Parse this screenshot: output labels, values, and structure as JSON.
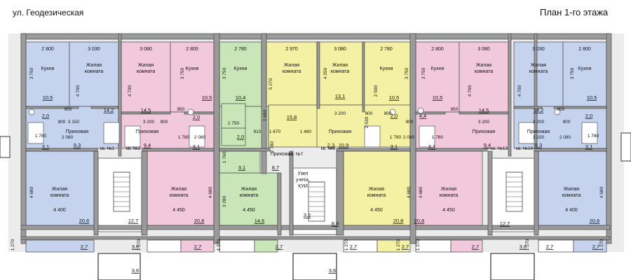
{
  "header": {
    "street": "ул. Геодезическая",
    "floor_title": "План 1-го этажа"
  },
  "colors": {
    "blue": "#c5d3ef",
    "pink": "#f2c8dc",
    "green": "#c8e6b8",
    "yellow": "#f4f1a4",
    "wall": "#3a3a3a",
    "wall_fill": "#9a9a9a",
    "outer": "#e8e8e8"
  },
  "labels": {
    "kitchen": "Кухня",
    "living1": "Жилая",
    "living2": "комната",
    "hall": "Прихожая",
    "node1": "Узел",
    "node2": "учета,",
    "node3": "КУИ"
  },
  "apartments": [
    "кв. №1",
    "кв. №2",
    "кв. №7",
    "кв. №8",
    "кв. №13",
    "кв. №14"
  ],
  "dimensions": {
    "top": [
      "2 800",
      "3 030",
      "3 080",
      "2 800",
      "2 780",
      "2 970",
      "3 080",
      "2 780",
      "2 800",
      "3 080",
      "3 030",
      "2 800"
    ],
    "vertical": [
      "3 750",
      "4 700",
      "4 700",
      "3 750",
      "3 750",
      "5 270",
      "4 250",
      "3 750",
      "3 750",
      "4 700",
      "4 700",
      "3 750",
      "4 680",
      "4 680",
      "3 280",
      "4 680",
      "4 680",
      "4 680",
      "1 650",
      "2 500",
      "2 530",
      "2 780",
      "1 760",
      "1 270",
      "1 270",
      "1 270",
      "1 270",
      "1 270",
      "1 270",
      "1 270",
      "1 270"
    ],
    "misc": [
      "3 150",
      "3 200",
      "3 200",
      "3 200",
      "3 200",
      "3 150",
      "900",
      "900",
      "900",
      "900",
      "900",
      "950",
      "950",
      "950",
      "950",
      "900",
      "2 080",
      "2 080",
      "2 080",
      "2 080",
      "1 780",
      "1 780",
      "1 780",
      "1 780",
      "1 780",
      "1 750",
      "910",
      "1 670",
      "1 480",
      "4 400",
      "4 450",
      "4 450",
      "4 450",
      "4 450",
      "4 400"
    ]
  },
  "areas": {
    "kitchens": [
      "10,5",
      "10,5",
      "10,4",
      "10,5",
      "10,5",
      "10,5"
    ],
    "living_top": [
      "14,2",
      "14,5",
      "15,8",
      "13,1",
      "14,5",
      "14,2"
    ],
    "bath": [
      "2,0",
      "2,0",
      "2,0",
      "2,0",
      "4,4",
      "2,0"
    ],
    "hall": [
      "9,3",
      "9,4",
      "8,7",
      "10,9",
      "9,4",
      "9,3"
    ],
    "wc": [
      "3,1",
      "3,1",
      "3,1",
      "2,3",
      "3,1",
      "3,1",
      "3,1"
    ],
    "living_bottom": [
      "20,6",
      "20,8",
      "14,6",
      "20,8",
      "20,8",
      "20,6"
    ],
    "stair": [
      "12,7",
      "8,9",
      "12,7"
    ],
    "node": "3,2",
    "balconies": [
      "2,7",
      "2,7",
      "2,7",
      "2,7",
      "2,7",
      "2,7",
      "2,7",
      "2,7"
    ],
    "entries": [
      "3,6",
      "3,6",
      "3,6",
      "3,6"
    ]
  }
}
